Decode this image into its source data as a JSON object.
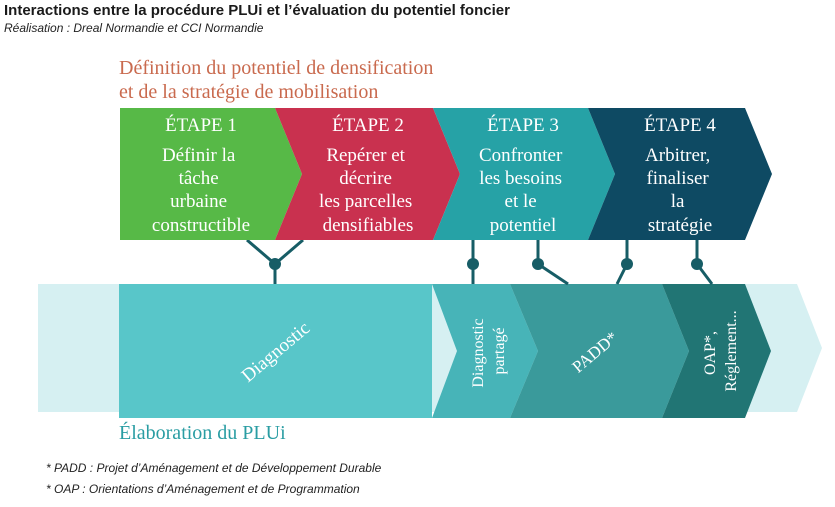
{
  "header": {
    "title": "Interactions entre la procédure PLUi et l’évaluation du potentiel foncier",
    "subtitle": "Réalisation : Dreal Normandie et CCI Normandie"
  },
  "definition": {
    "line1": "Définition du potentiel de densification",
    "line2": "et de la stratégie de mobilisation"
  },
  "steps": [
    {
      "label": "ÉTAPE 1",
      "lines": [
        "Définir la",
        "tâche",
        "urbaine",
        "constructible"
      ],
      "color": "#57b947"
    },
    {
      "label": "ÉTAPE 2",
      "lines": [
        "Repérer et",
        "décrire",
        "les parcelles",
        "densifiables"
      ],
      "color": "#c9314f"
    },
    {
      "label": "ÉTAPE 3",
      "lines": [
        "Confronter",
        "les besoins",
        "et le",
        "potentiel"
      ],
      "color": "#26a2a6"
    },
    {
      "label": "ÉTAPE 4",
      "lines": [
        "Arbitrer,",
        "finaliser",
        "la",
        "stratégie"
      ],
      "color": "#0e4a63"
    }
  ],
  "plui": {
    "title": "Élaboration du PLUi",
    "phases": [
      {
        "label": "Diagnostic"
      },
      {
        "lines": [
          "Diagnostic",
          "partagé"
        ]
      },
      {
        "label": "PADD*"
      },
      {
        "lines": [
          "OAP*,",
          "Réglement..."
        ]
      }
    ]
  },
  "footnotes": [
    "* PADD : Projet d’Aménagement et de Développement Durable",
    "* OAP : Orientations d’Aménagement et de Programmation"
  ],
  "colors": {
    "connector": "#175d66",
    "band": "#d6f0f2",
    "diagnostic": "#58c6c9",
    "diagnostic_partage": "#47b4b8",
    "padd": "#3a9a9b",
    "oap": "#217574"
  }
}
